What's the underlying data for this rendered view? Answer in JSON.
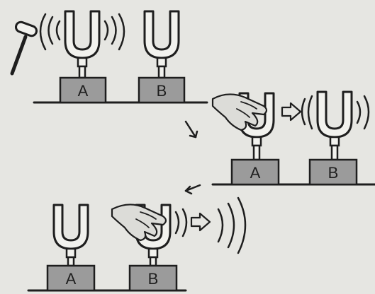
{
  "scenes": [
    {
      "left_box": "A",
      "right_box": "B"
    },
    {
      "left_box": "A",
      "right_box": "B"
    },
    {
      "left_box": "A",
      "right_box": "B"
    }
  ],
  "colors": {
    "ink": "#1e1e1e",
    "box": "#9b9b9b",
    "paper": "#e6e6e2"
  },
  "icons": [
    "hammer-icon",
    "sound-wave-icon",
    "hand-icon",
    "arrow-icon"
  ]
}
